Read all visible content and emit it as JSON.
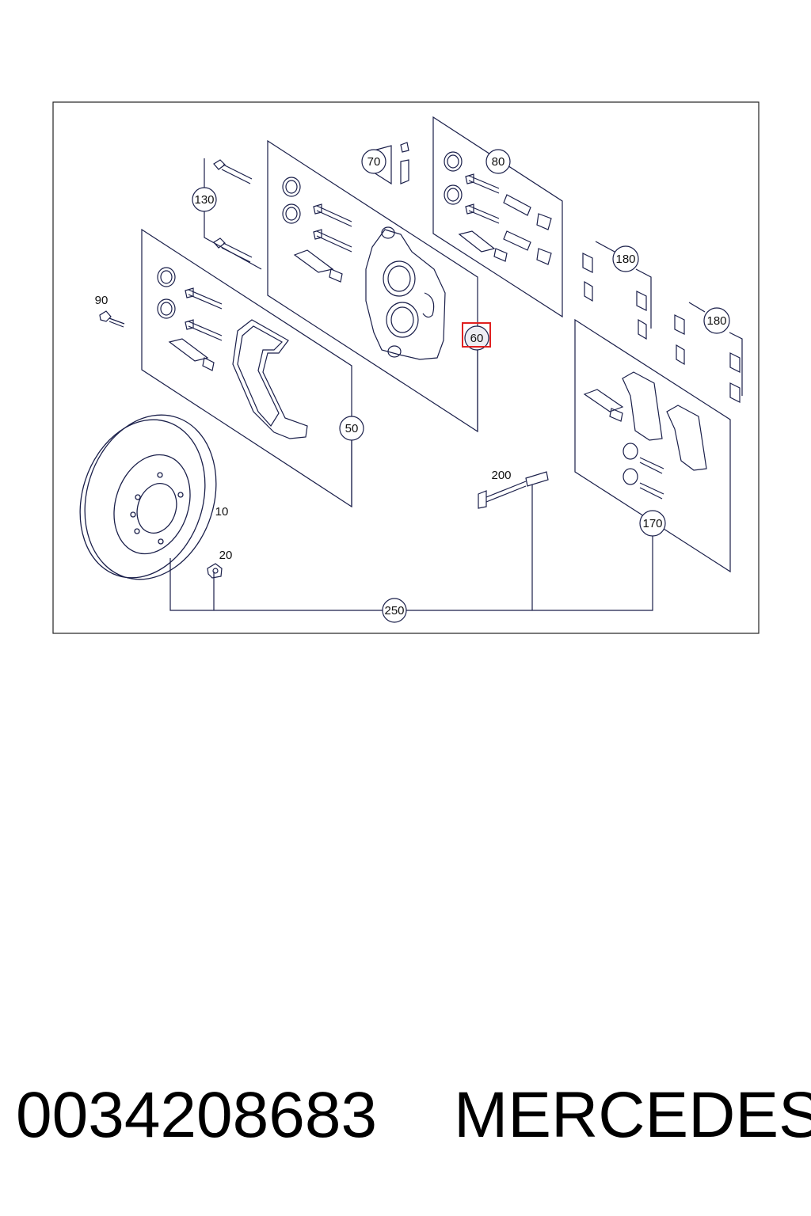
{
  "callouts": {
    "c130": "130",
    "c70": "70",
    "c80": "80",
    "c90": "90",
    "c60": "60",
    "c180a": "180",
    "c180b": "180",
    "c50": "50",
    "c10": "10",
    "c20": "20",
    "c200": "200",
    "c170": "170",
    "c250": "250"
  },
  "selected_callout": "60",
  "highlight_color": "#e02020",
  "line_color": "#1a1f4a",
  "part_number": "0034208683",
  "brand": "MERCEDES"
}
